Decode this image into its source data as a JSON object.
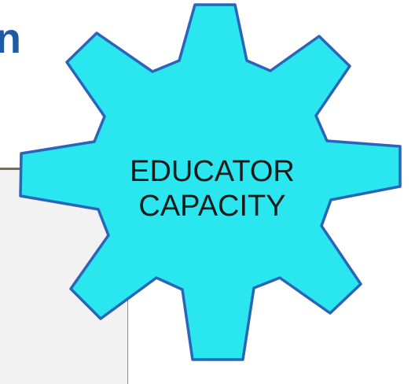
{
  "heading": {
    "visible_fragment": "n"
  },
  "gear": {
    "label_line1": "EDUCATOR",
    "label_line2": "CAPACITY",
    "fill_color": "#29e6ef",
    "stroke_color": "#2b64b8"
  },
  "panel": {
    "background": "#f2f2f2"
  }
}
